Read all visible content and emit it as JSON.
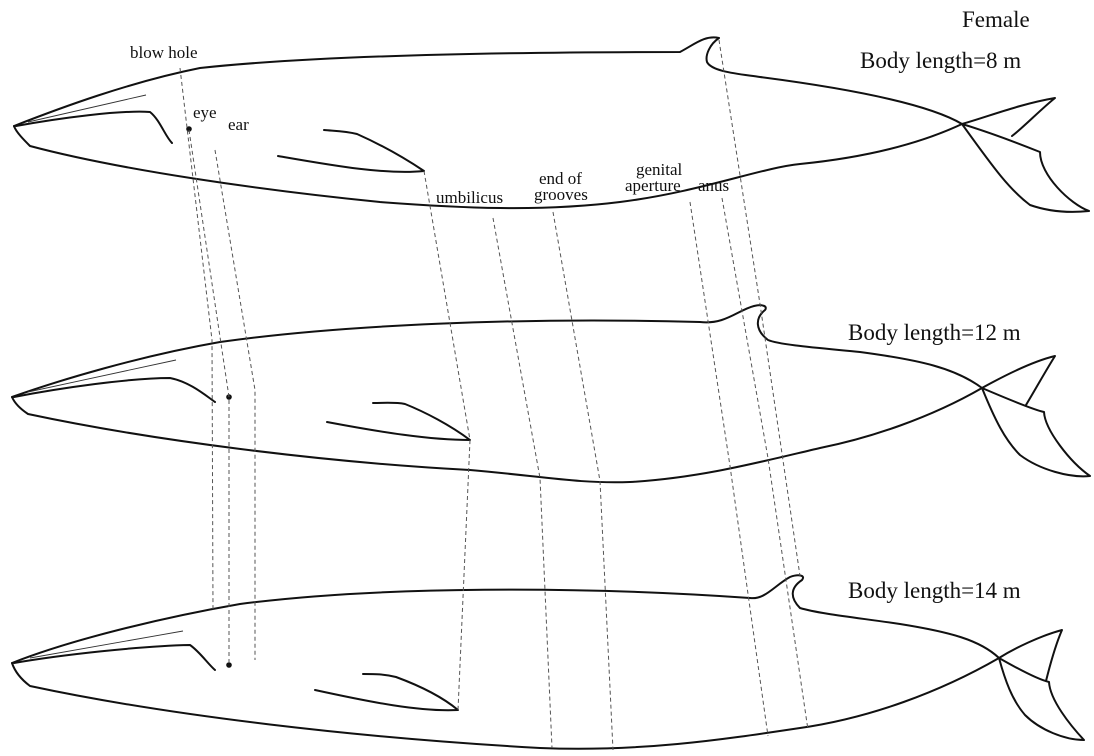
{
  "header": {
    "sex": "Female"
  },
  "whales": [
    {
      "body_length": "Body length=8 m"
    },
    {
      "body_length": "Body length=12 m"
    },
    {
      "body_length": "Body length=14 m"
    }
  ],
  "landmarks": {
    "blow_hole": "blow hole",
    "eye": "eye",
    "ear": "ear",
    "umbilicus": "umbilicus",
    "end_of_grooves_line1": "end of",
    "end_of_grooves_line2": "grooves",
    "genital_line1": "genital",
    "genital_line2": "aperture",
    "anus": "anus"
  }
}
